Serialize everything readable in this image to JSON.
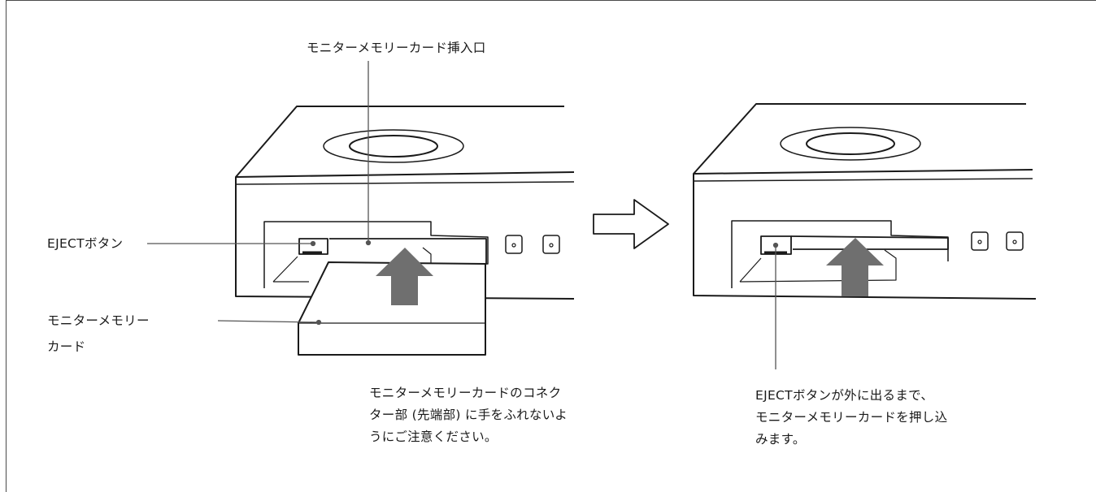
{
  "labels": {
    "card_slot": "モニターメモリーカード挿入口",
    "eject_button": "EJECTボタン",
    "memory_card_line1": "モニターメモリー",
    "memory_card_line2": "カード"
  },
  "notes": {
    "left": "モニターメモリーカードのコネク\nター部 (先端部) に手をふれないよ\nうにご注意ください。",
    "right": "EJECTボタンが外に出るまで、\nモニターメモリーカードを押し込\nみます。"
  },
  "colors": {
    "line": "#1a1a1a",
    "leader": "#555555",
    "arrow_fill": "#6f6f6f"
  }
}
